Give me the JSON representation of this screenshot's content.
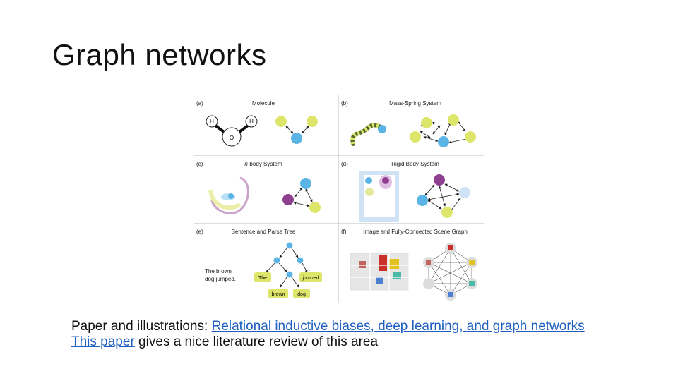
{
  "slide": {
    "title": "Graph networks"
  },
  "figure": {
    "panels": [
      {
        "tag": "(a)",
        "title": "Molecule"
      },
      {
        "tag": "(b)",
        "title": "Mass-Spring System"
      },
      {
        "tag": "(c)",
        "title_em": "n",
        "title_rest": "-body System"
      },
      {
        "tag": "(d)",
        "title": "Rigid Body System"
      },
      {
        "tag": "(e)",
        "title": "Sentence and Parse Tree"
      },
      {
        "tag": "(f)",
        "title": "Image and Fully-Connected Scene Graph"
      }
    ],
    "molecule_atoms": [
      "H",
      "O",
      "H"
    ],
    "sentence_line1": "The brown",
    "sentence_line2": "dog jumped.",
    "tree_words": [
      "The",
      "jumped",
      "brown",
      "dog"
    ],
    "colors": {
      "blue": "#5ab4e6",
      "yellow": "#dde66a",
      "purple": "#8e3f8f",
      "light_blue": "#cfe3f5"
    }
  },
  "caption": {
    "prefix": "Paper and illustrations: ",
    "link1": "Relational inductive biases, deep learning, and graph networks",
    "link2": "This paper",
    "suffix": " gives a nice literature review of this area"
  }
}
